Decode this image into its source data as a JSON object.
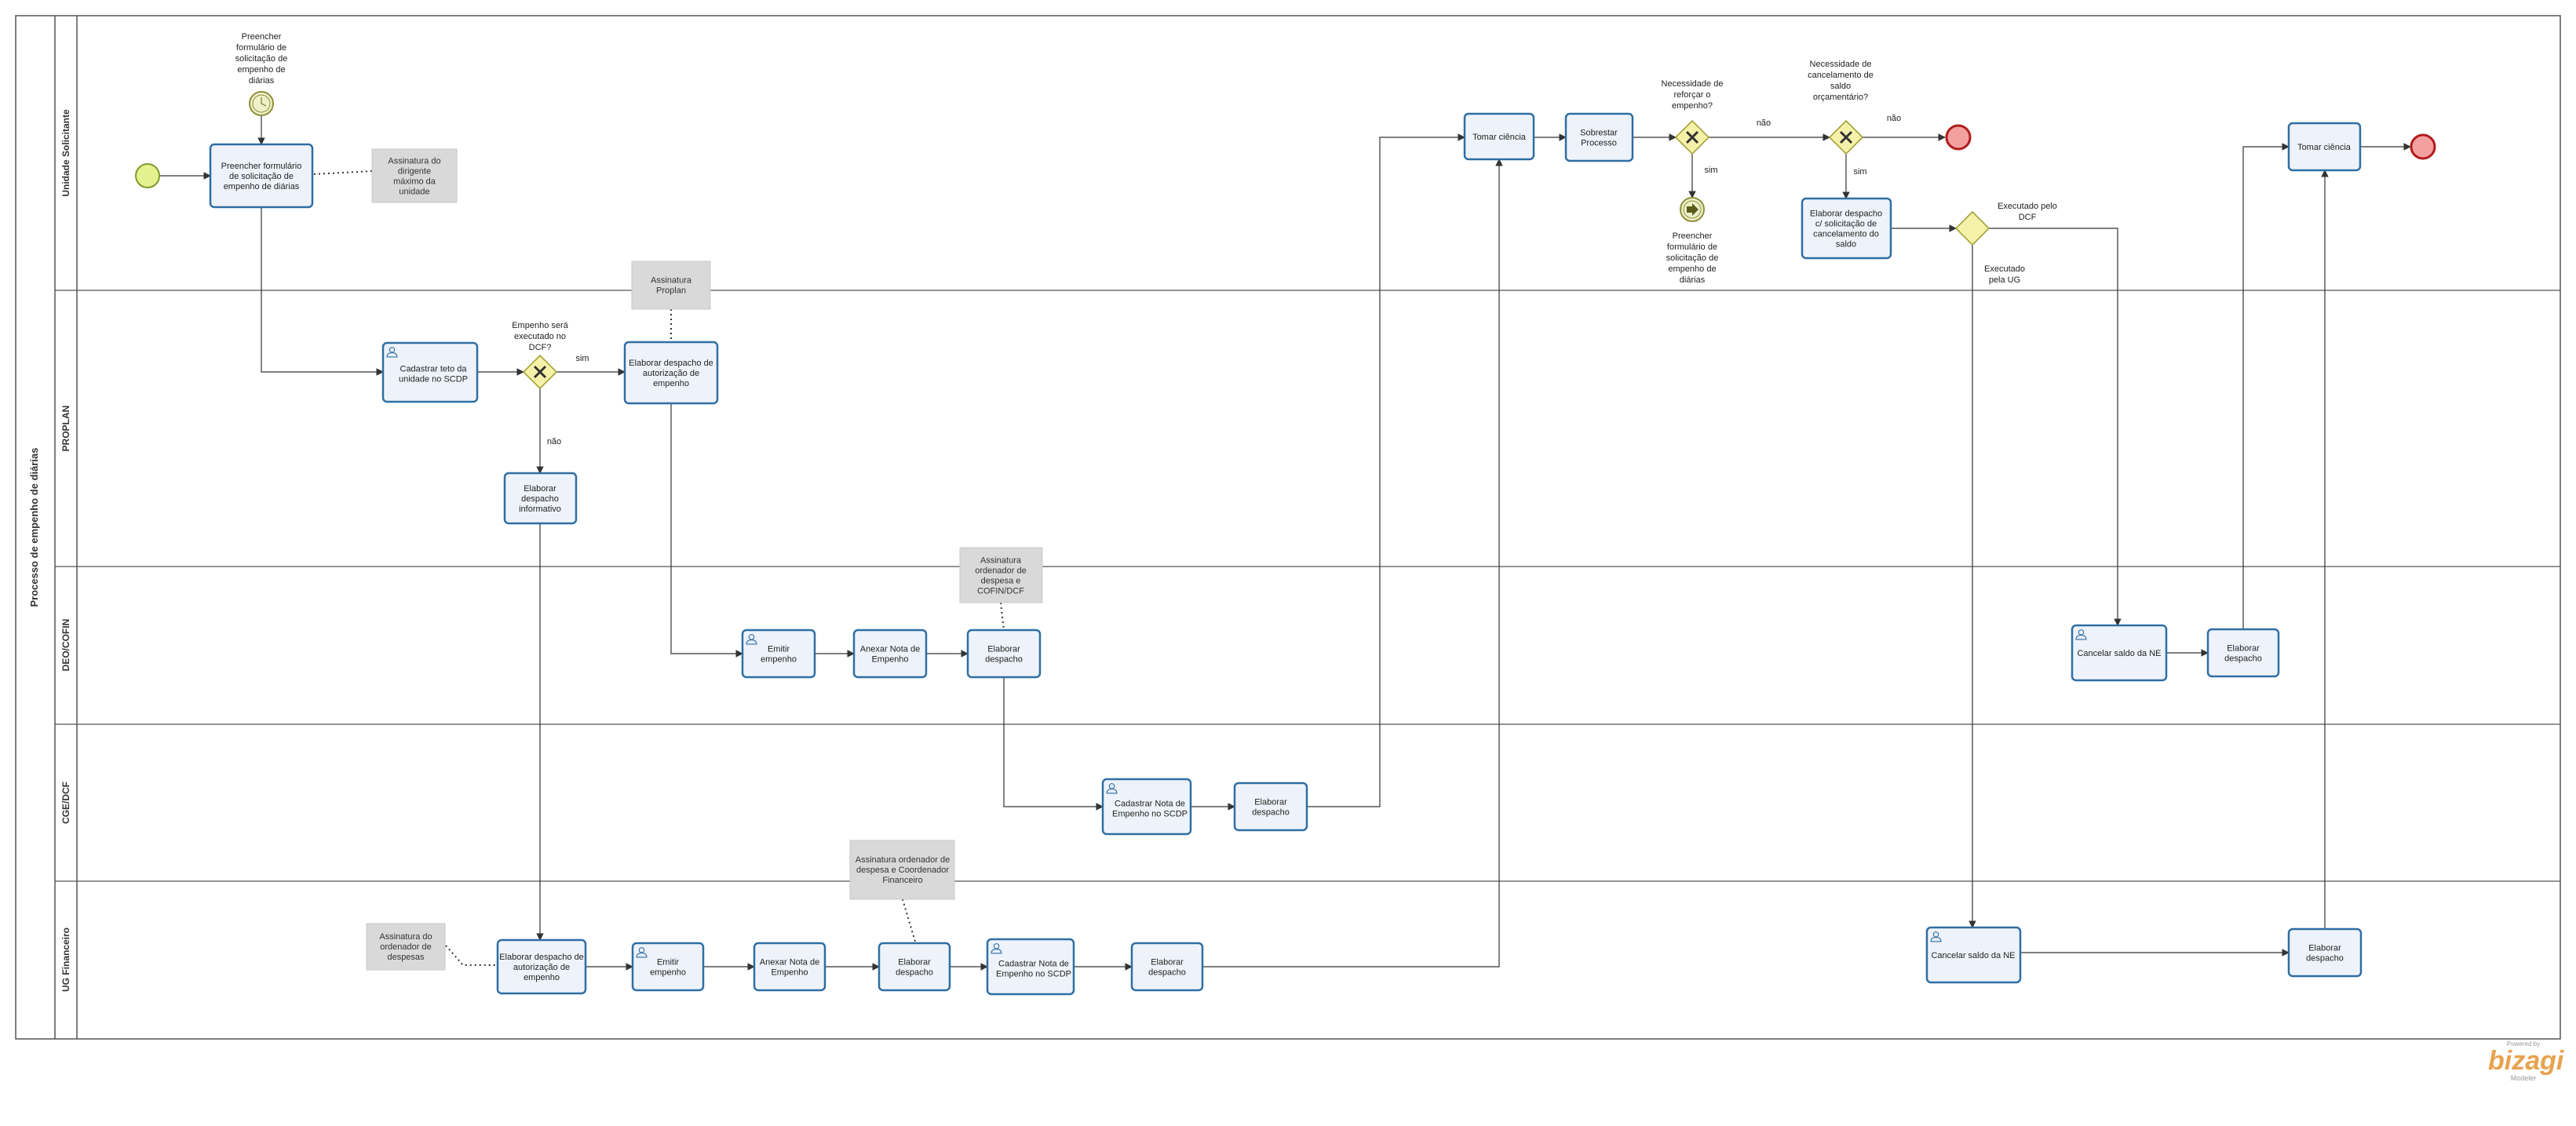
{
  "diagram": {
    "pool_title": "Processo de empenho de diárias",
    "lanes": [
      "Unidade Solicitante",
      "PROPLAN",
      "DEO/COFIN",
      "CGE/DCF",
      "UG Financeiro"
    ],
    "tasks": {
      "t_preencher": "Preencher formulário de solicitação de empenho de diárias",
      "t_cad_teto": "Cadastrar teto da unidade no SCDP",
      "t_elab_aut1": "Elaborar despacho de autorização de empenho",
      "t_elab_inf": "Elaborar despacho informativo",
      "t_emitir1": "Emitir empenho",
      "t_anexar1": "Anexar Nota de Empenho",
      "t_elab_deo": "Elaborar despacho",
      "t_cad_nota1": "Cadastrar Nota de Empenho no SCDP",
      "t_elab_cge": "Elaborar despacho",
      "t_elab_aut2": "Elaborar despacho de autorização de empenho",
      "t_emitir2": "Emitir empenho",
      "t_anexar2": "Anexar Nota de Empenho",
      "t_elab_ug1": "Elaborar despacho",
      "t_cad_nota2": "Cadastrar Nota de Empenho no SCDP",
      "t_elab_ug2": "Elaborar despacho",
      "t_tomar1": "Tomar ciência",
      "t_sobrestar": "Sobrestar Processo",
      "t_elab_canc": "Elaborar despacho c/ solicitação de cancelamento do saldo",
      "t_cancelar_deo": "Cancelar saldo da NE",
      "t_elab_deo2": "Elaborar despacho",
      "t_cancelar_ug": "Cancelar saldo da NE",
      "t_elab_ug3": "Elaborar despacho",
      "t_tomar2": "Tomar ciência"
    },
    "annotations": {
      "a_dirigente": "Assinatura do dirigente máximo da unidade",
      "a_proplan": "Assinatura Proplan",
      "a_ordenador1": "Assinatura ordenador de despesa e COFIN/DCF",
      "a_ordenador2": "Assinatura ordenador de despesa e Coordenador Financeiro",
      "a_ordenador3": "Assinatura do ordenador de despesas"
    },
    "events": {
      "e_timer": "Preencher formulário de solicitação de empenho de diárias",
      "e_link": "Preencher formulário de solicitação de empenho de diárias"
    },
    "gateways": {
      "g_dcf": "Empenho será executado no DCF?",
      "g_reforcar": "Necessidade de reforçar o empenho?",
      "g_cancel": "Necessidade de cancelamento de saldo orçamentário?"
    },
    "flow_labels": {
      "sim1": "sim",
      "nao1": "não",
      "sim2": "sim",
      "nao2": "não",
      "sim3": "sim",
      "nao3": "não",
      "exec_dcf": "Executado pelo DCF",
      "exec_ug": "Executado pela UG"
    }
  },
  "branding": {
    "powered_by": "Powered by",
    "name": "bizagi",
    "edition": "Modeler",
    "color": "#e8a24f"
  }
}
